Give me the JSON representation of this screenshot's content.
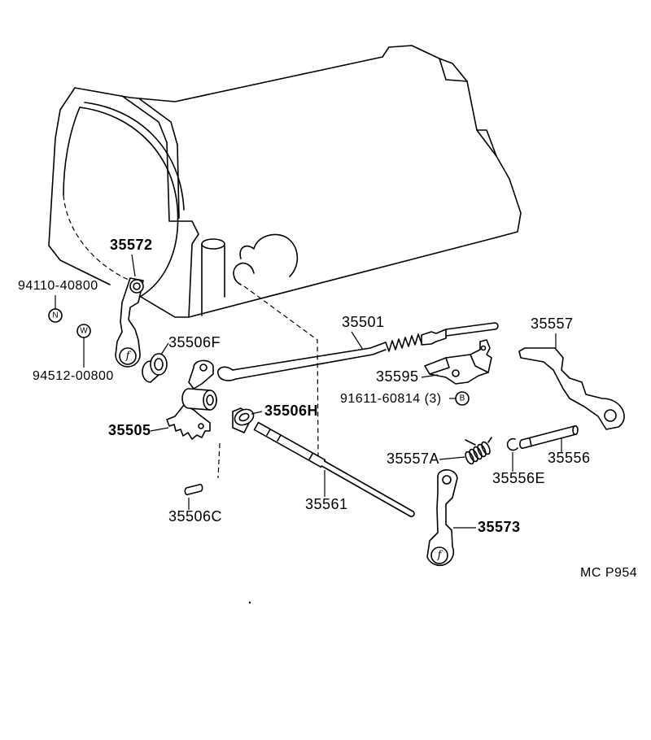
{
  "colors": {
    "ink": "#000000",
    "paper": "#ffffff"
  },
  "callouts": {
    "upper_lever": "35572",
    "nut": "94110-40800",
    "nut_symbol": "N",
    "washer_symbol": "W",
    "washer": "94512-00800",
    "seal": "35506F",
    "rod": "35501",
    "right_lever": "35557",
    "bracket": "35595",
    "bolt": "91611-60814 (3)",
    "bolt_symbol": "B",
    "collar": "35506H",
    "detent_plate": "35505",
    "spring": "35557A",
    "pin_shaft": "35556",
    "clip": "35556E",
    "pin": "35506C",
    "shaft": "35561",
    "lower_lever": "35573"
  },
  "part_mark": "f",
  "figure_code": "MC P954"
}
